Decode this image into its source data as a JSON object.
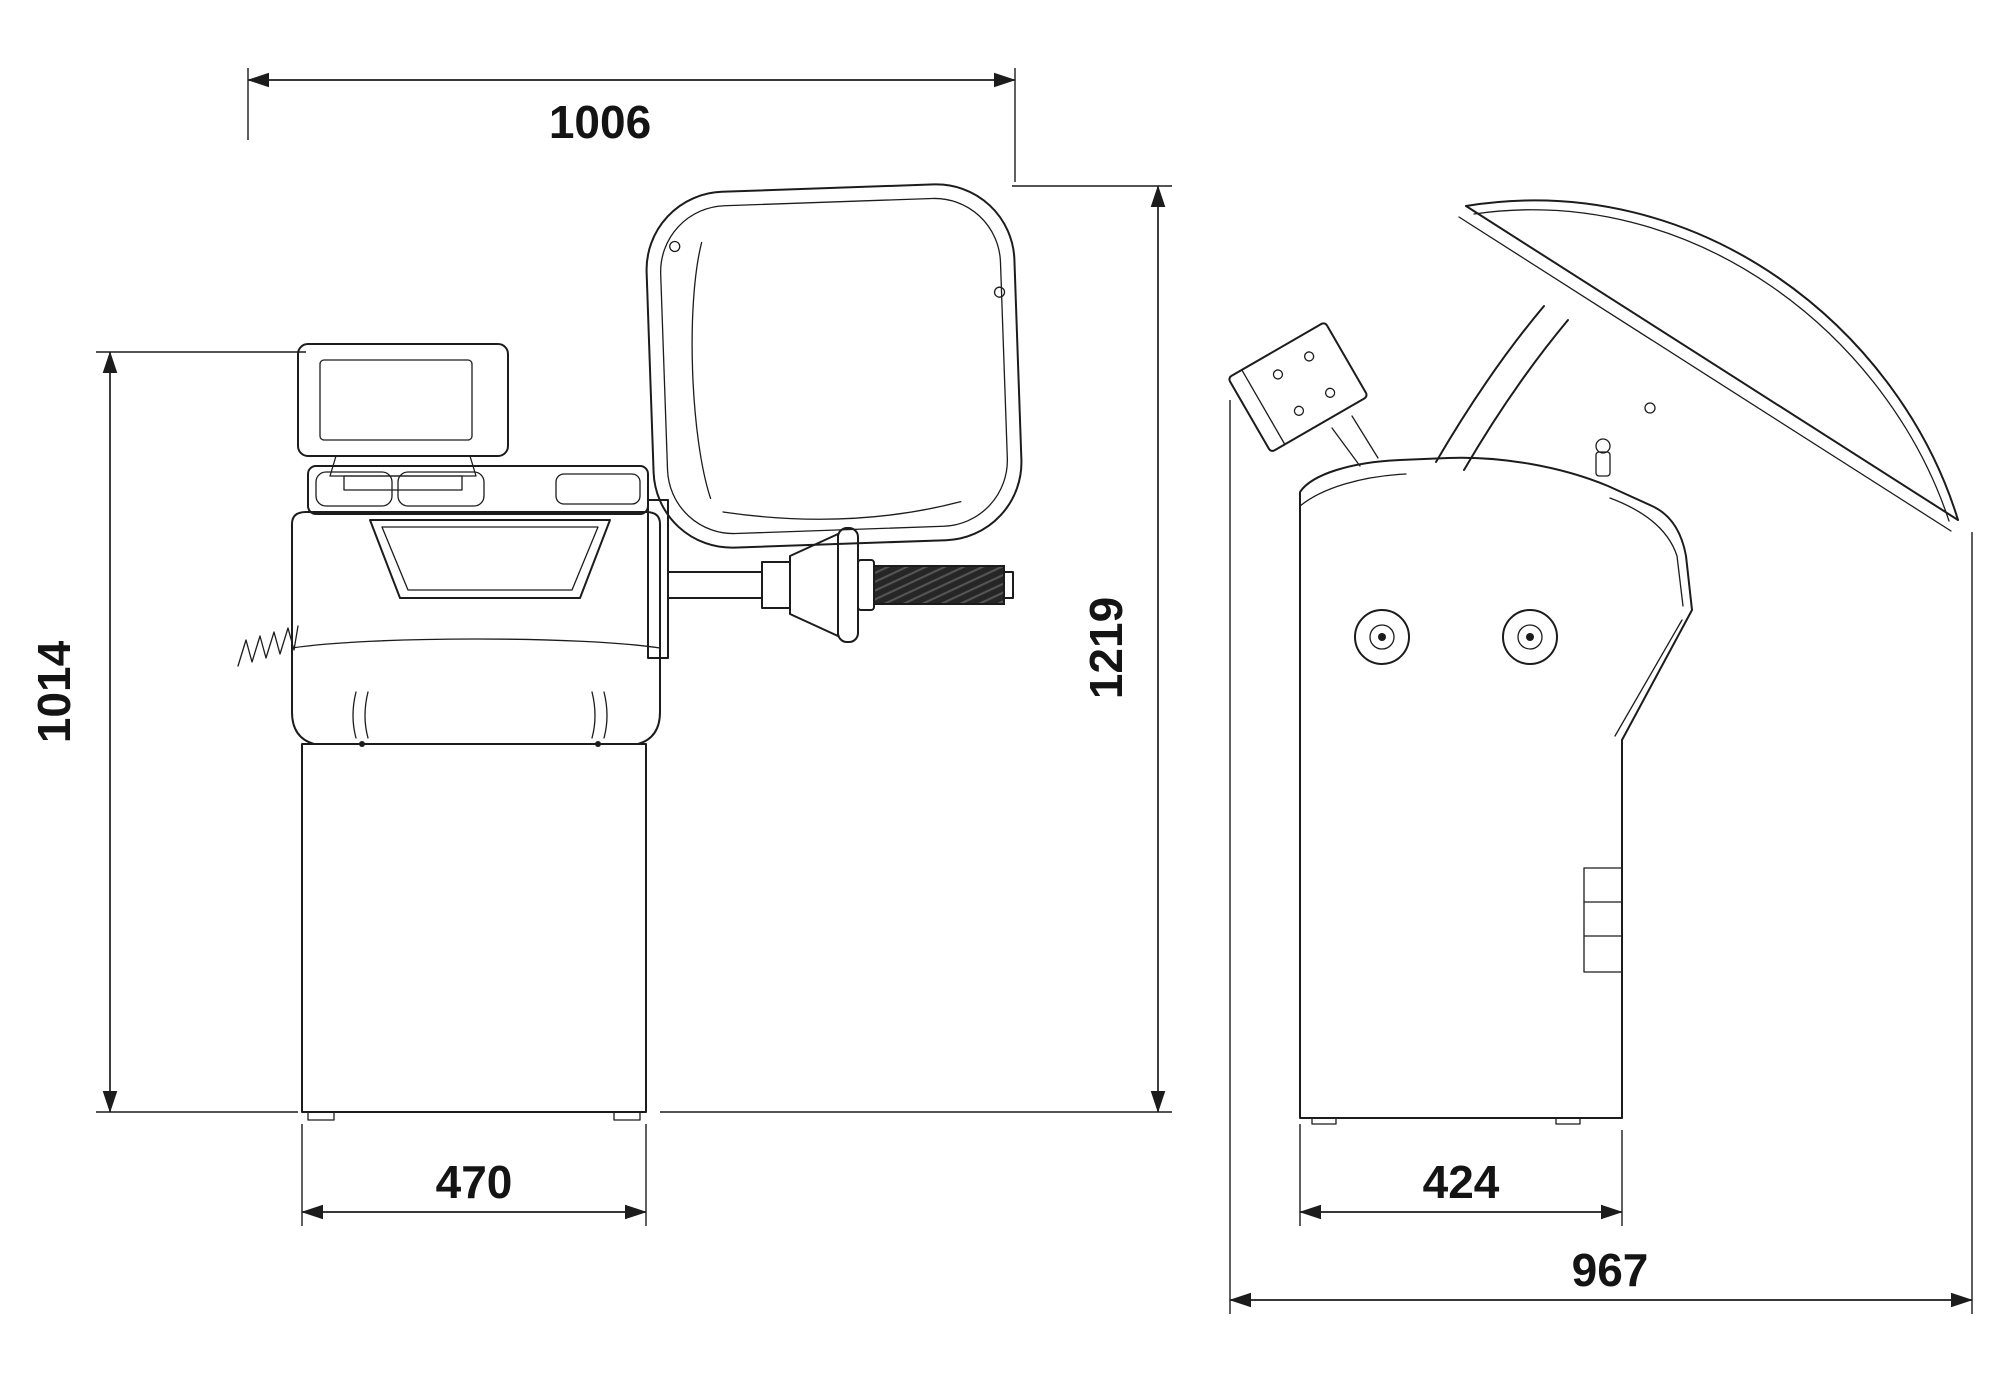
{
  "drawing": {
    "kind": "technical-dimension-drawing",
    "front_view": {
      "overall_width": "1006",
      "body_height": "1014",
      "overall_height": "1219",
      "base_width": "470"
    },
    "side_view": {
      "cabinet_depth": "424",
      "overall_depth": "967"
    },
    "colors": {
      "line": "#1c1c1c",
      "background": "#ffffff",
      "threaded_shaft_fill": "#262626"
    }
  }
}
